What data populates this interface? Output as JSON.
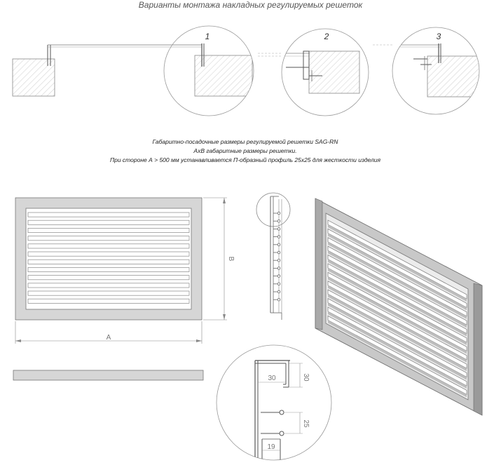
{
  "title": "Варианты монтажа накладных регулируемых решеток",
  "variants": [
    "1",
    "2",
    "3"
  ],
  "notes": [
    "Габаритно-посадочные размеры регулируемой решетки SAG-RN",
    "АхВ габаритные размеры решетки.",
    "При стороне А > 500 мм устанавливается П-образный профиль 25х25 для жесткости изделия"
  ],
  "dimensions": {
    "a": "A",
    "b": "B"
  },
  "profile_dims": {
    "width": "30",
    "height": "30",
    "pitch": "25",
    "blade": "19"
  },
  "colors": {
    "frame": "#d4d4d4",
    "line": "#555555",
    "hatch": "#bfbfbf",
    "dim": "#888888"
  }
}
